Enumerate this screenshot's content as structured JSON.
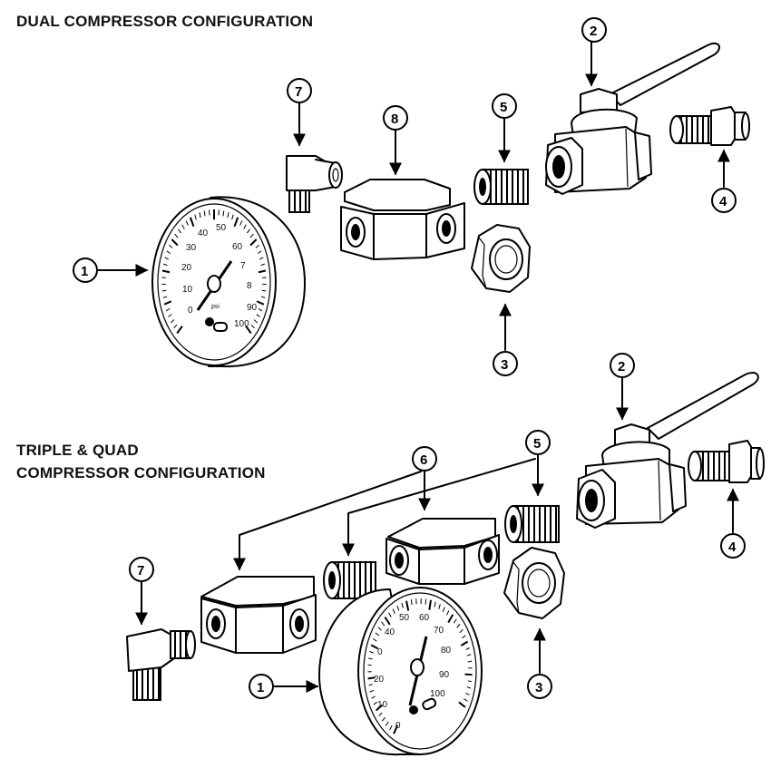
{
  "titles": {
    "dual": "DUAL COMPRESSOR CONFIGURATION",
    "triple_line1": "TRIPLE & QUAD",
    "triple_line2": "COMPRESSOR CONFIGURATION"
  },
  "callouts": {
    "dual": [
      "1",
      "2",
      "3",
      "4",
      "5",
      "7",
      "8"
    ],
    "triple": [
      "1",
      "2",
      "3",
      "4",
      "5",
      "6",
      "7"
    ]
  },
  "gauge_top": {
    "labels": [
      "0",
      "10",
      "20",
      "30",
      "40",
      "50",
      "60",
      "7",
      "8",
      "90",
      "100"
    ],
    "unit": "psi"
  },
  "gauge_bottom": {
    "labels": [
      "0",
      "10",
      "20",
      "0",
      "40",
      "50",
      "60",
      "70",
      "80",
      "90",
      "100"
    ]
  }
}
